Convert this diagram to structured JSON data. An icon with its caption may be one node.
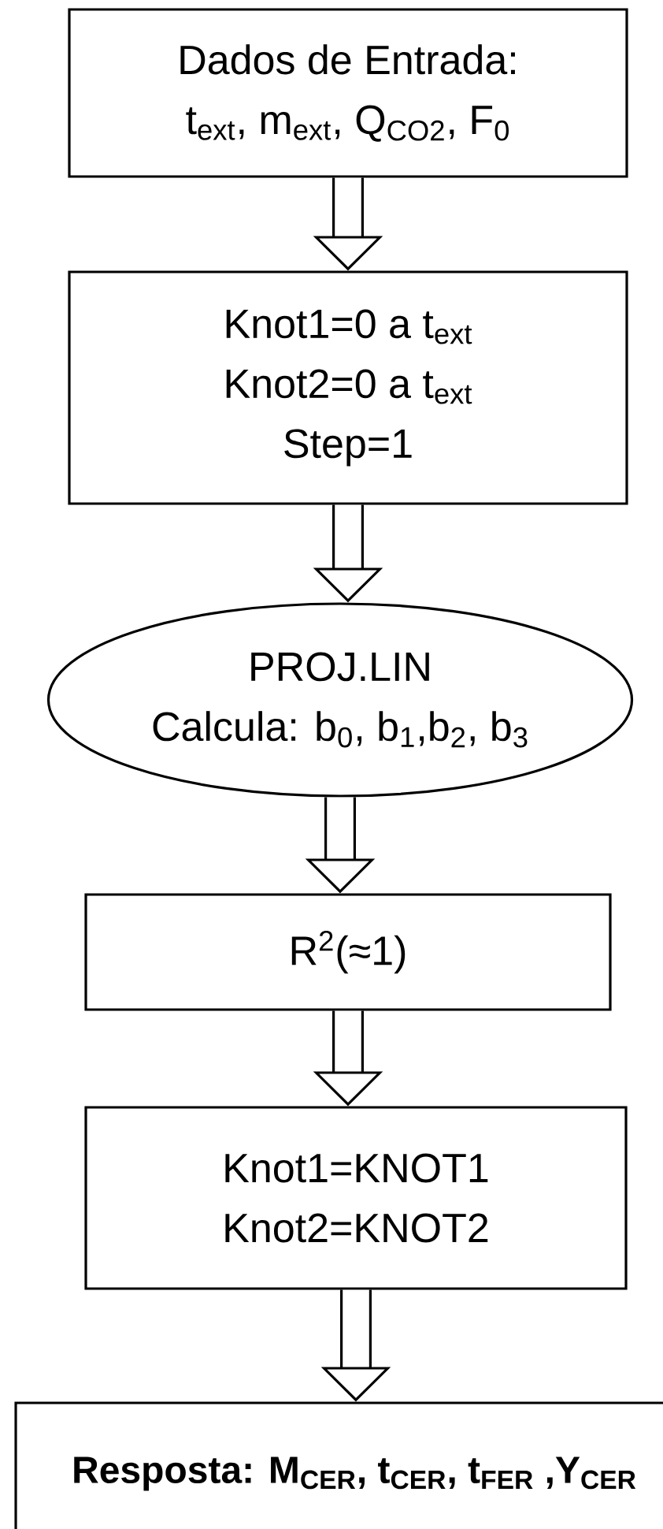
{
  "diagram": {
    "nodes": [
      {
        "text": [
          "Dados de Entrada:",
          "t$_{ext}$, m$_{ext}$, Q$_{CO2}$, F$_{0}$"
        ]
      },
      {
        "text": [
          "Knot1=0 a t$_{ext}$ Knot2=0 a t$_{ext}$ Step=1"
        ]
      },
      {
        "text": [
          "PROJ.LIN",
          "Calcula: b$_{0}$, b$_{1}$,b$_{2}$, b$_{3}$"
        ]
      },
      {
        "text": [
          "R$^{2}$(≈1)"
        ]
      },
      {
        "text": [
          "Knot1=KNOT1 Knot2=KNOT2"
        ]
      },
      {
        "text": [
          "Resposta: M$_{CER}$, t$_{CER}$, t$_{FER}$ ,Y$_{CER}$"
        ]
      }
    ],
    "edges": [
      {
        "from": 0,
        "to": 1,
        "arrow": "to"
      },
      {
        "from": 1,
        "to": 2,
        "arrow": "to"
      },
      {
        "from": 2,
        "to": 3,
        "arrow": "to"
      },
      {
        "from": 3,
        "to": 4,
        "arrow": "to"
      },
      {
        "from": 4,
        "to": 5,
        "arrow": "to"
      }
    ]
  }
}
